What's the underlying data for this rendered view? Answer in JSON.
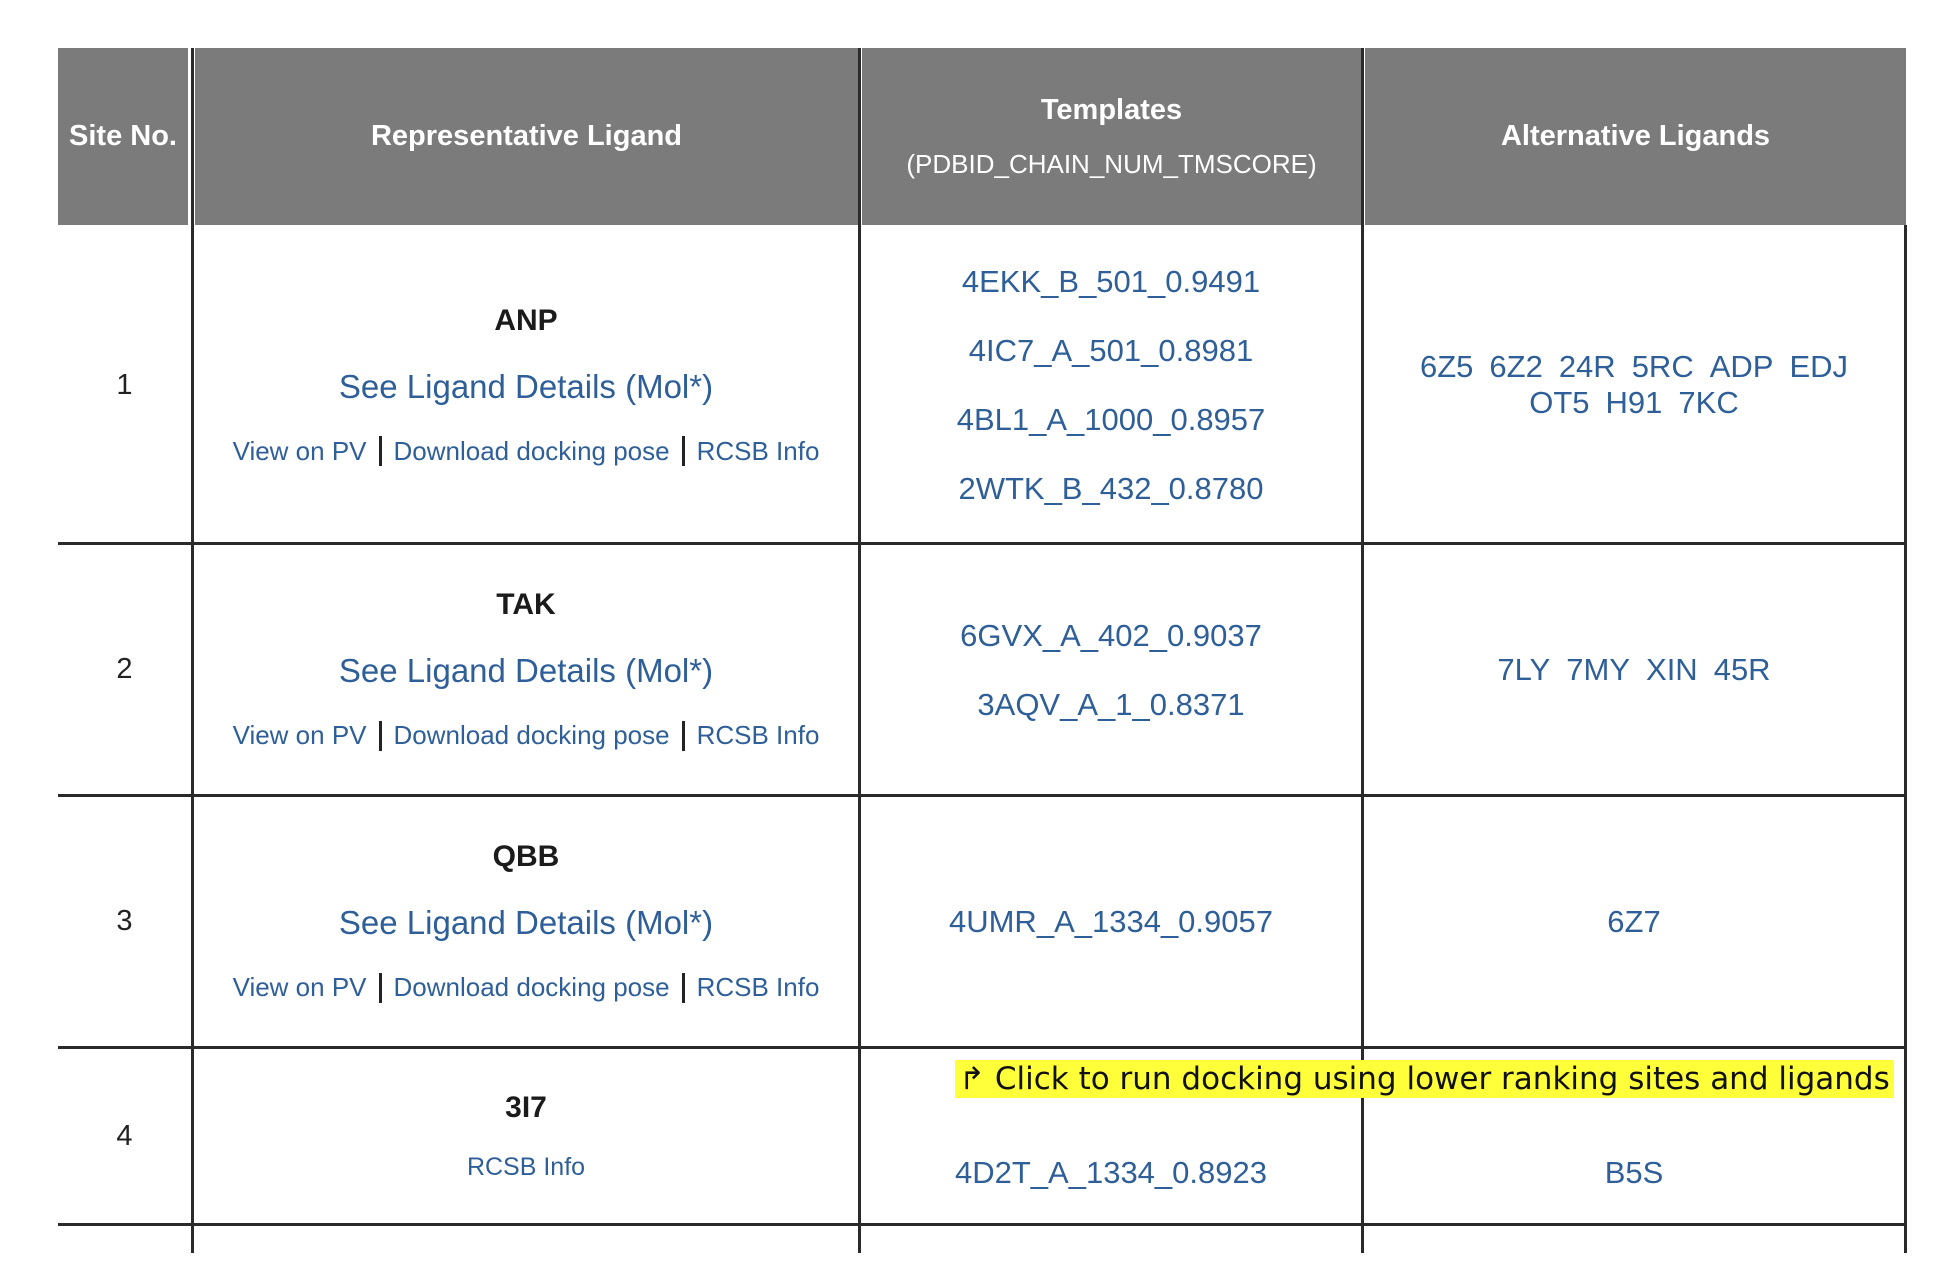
{
  "table": {
    "headers": {
      "site": "Site No.",
      "ligand": "Representative Ligand",
      "templates": "Templates",
      "templates_sub": "(PDBID_CHAIN_NUM_TMSCORE)",
      "alternatives": "Alternative Ligands"
    },
    "rows": [
      {
        "site": "1",
        "ligand": "ANP",
        "details": "See Ligand Details (Mol*)",
        "view_pv": "View on PV",
        "download": "Download docking pose",
        "rcsb": "RCSB Info",
        "templates": [
          "4EKK_B_501_0.9491",
          "4IC7_A_501_0.8981",
          "4BL1_A_1000_0.8957",
          "2WTK_B_432_0.8780"
        ],
        "alternatives": [
          "6Z5",
          "6Z2",
          "24R",
          "5RC",
          "ADP",
          "EDJ",
          "OT5",
          "H91",
          "7KC"
        ]
      },
      {
        "site": "2",
        "ligand": "TAK",
        "details": "See Ligand Details (Mol*)",
        "view_pv": "View on PV",
        "download": "Download docking pose",
        "rcsb": "RCSB Info",
        "templates": [
          "6GVX_A_402_0.9037",
          "3AQV_A_1_0.8371"
        ],
        "alternatives": [
          "7LY",
          "7MY",
          "XIN",
          "45R"
        ]
      },
      {
        "site": "3",
        "ligand": "QBB",
        "details": "See Ligand Details (Mol*)",
        "view_pv": "View on PV",
        "download": "Download docking pose",
        "rcsb": "RCSB Info",
        "templates": [
          "4UMR_A_1334_0.9057"
        ],
        "alternatives": [
          "6Z7"
        ]
      },
      {
        "site": "4",
        "ligand": "3I7",
        "rcsb": "RCSB Info",
        "templates": [
          "4D2T_A_1334_0.8923"
        ],
        "alternatives": [
          "B5S"
        ]
      }
    ]
  },
  "callout": {
    "icon": "arrow-turn-right-icon",
    "arrow": "↱",
    "text": "Click to run docking using lower ranking sites and ligands"
  },
  "colors": {
    "header_bg": "#7b7b7b",
    "link": "#2f5f98",
    "highlight": "#ffff3a"
  }
}
